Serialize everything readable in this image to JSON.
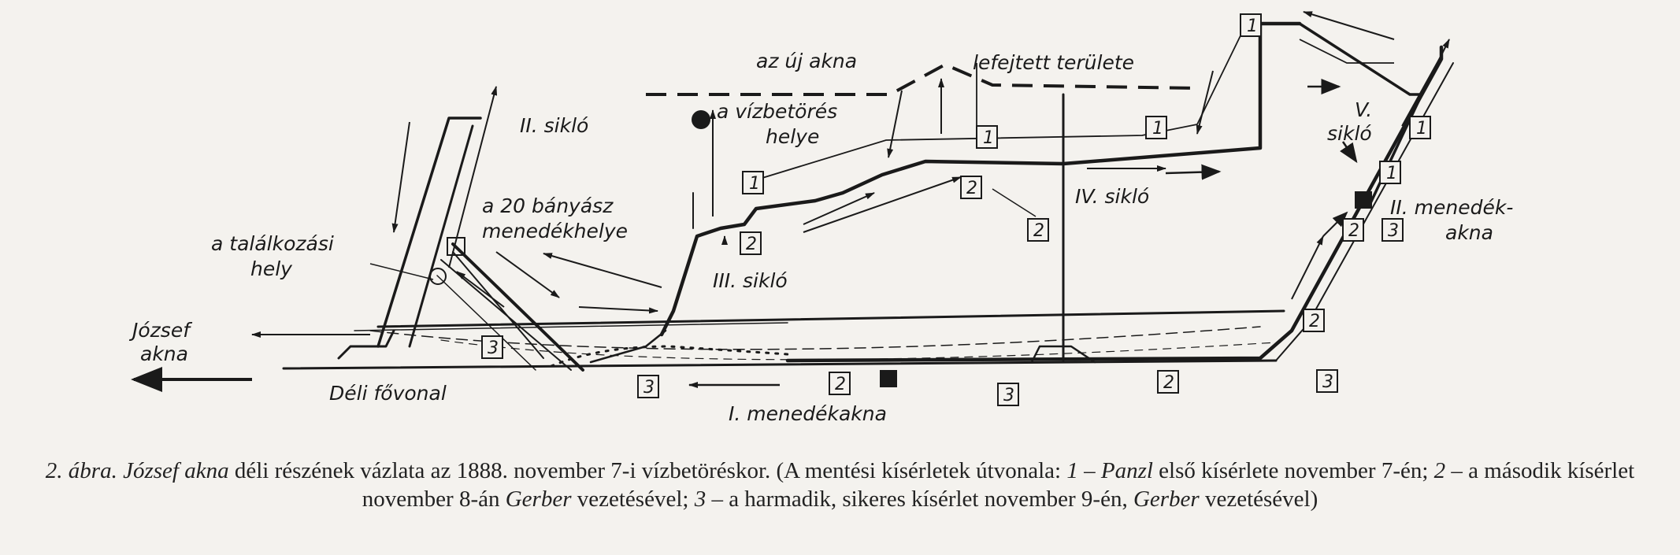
{
  "diagram": {
    "labels": {
      "uj_akna": "az új akna",
      "lefejtett": "lefejtett területe",
      "vizbetores_1": "a vízbetörés",
      "vizbetores_2": "helye",
      "siklo_2": "II. sikló",
      "banyasz_1": "a 20 bányász",
      "banyasz_2": "menedékhelye",
      "talalkozasi_1": "a találkozási",
      "talalkozasi_2": "hely",
      "jozsef_1": "József",
      "jozsef_2": "akna",
      "deli_fovonal": "Déli fővonal",
      "siklo_3": "III. sikló",
      "siklo_4": "IV. sikló",
      "siklo_5_1": "V.",
      "siklo_5_2": "sikló",
      "menedek_2_1": "II. menedék-",
      "menedek_2_2": "akna",
      "menedek_1": "I. menedékakna"
    },
    "route_markers": {
      "r1": "1",
      "r2": "2",
      "r3": "3"
    }
  },
  "caption": {
    "fig": "2. ábra.",
    "name1": "József akna",
    "t1": " déli részének vázlata az 1888. november 7-i vízbetöréskor. (A mentési kísérletek útvonala: ",
    "n1": "1",
    "t2": " – ",
    "name2": "Panzl",
    "t3": " első kísérlete november 7-én; ",
    "n2": "2",
    "t4": " – a második kísérlet november 8-án ",
    "name3": "Gerber",
    "t5": " vezetésével; ",
    "n3": "3",
    "t6": " – a harmadik, sikeres kísérlet november 9-én, ",
    "name4": "Gerber",
    "t7": " vezetésével)"
  }
}
